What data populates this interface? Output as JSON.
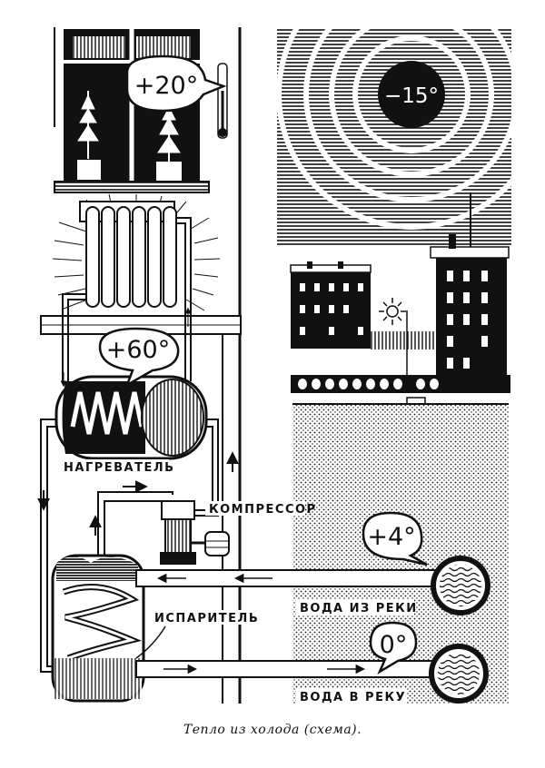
{
  "temperatures": {
    "room": "+20°",
    "outside": "−15°",
    "heater": "+60°",
    "river_in": "+4°",
    "river_out": "0°"
  },
  "labels": {
    "heater": "НАГРЕВАТЕЛЬ",
    "compressor": "КОМПРЕССОР",
    "evaporator": "ИСПАРИТЕЛЬ",
    "water_in": "ВОДА ИЗ РЕКИ",
    "water_out": "ВОДА В РЕКУ"
  },
  "caption": "Тепло из холода (схема).",
  "colors": {
    "ink": "#111111",
    "paper": "#ffffff"
  }
}
